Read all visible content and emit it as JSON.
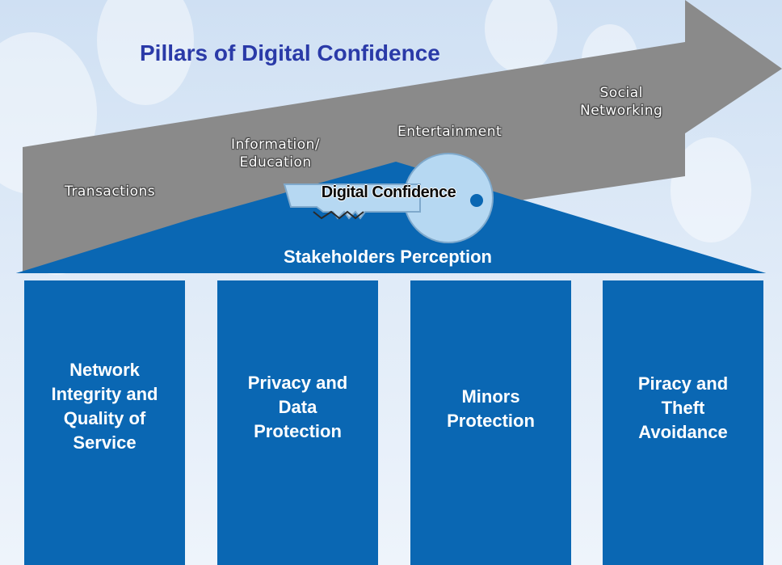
{
  "title": "Pillars of Digital Confidence",
  "arrow": {
    "stages": [
      {
        "label": "Transactions"
      },
      {
        "label": "Information/\nEducation"
      },
      {
        "label": "Entertainment"
      },
      {
        "label": "Social\nNetworking"
      }
    ],
    "color": "#8a8a8a"
  },
  "key": {
    "label": "Digital Confidence",
    "color": "#b6d8f2"
  },
  "roof": {
    "label": "Stakeholders Perception",
    "color": "#0a67b3"
  },
  "pillars": [
    {
      "label": "Network\nIntegrity and\nQuality of\nService"
    },
    {
      "label": "Privacy and\nData\nProtection"
    },
    {
      "label": "Minors\nProtection"
    },
    {
      "label": "Piracy and\nTheft\nAvoidance"
    }
  ],
  "colors": {
    "title": "#2a3aa8",
    "pillar": "#0a67b3",
    "background": "#dde9f7"
  }
}
